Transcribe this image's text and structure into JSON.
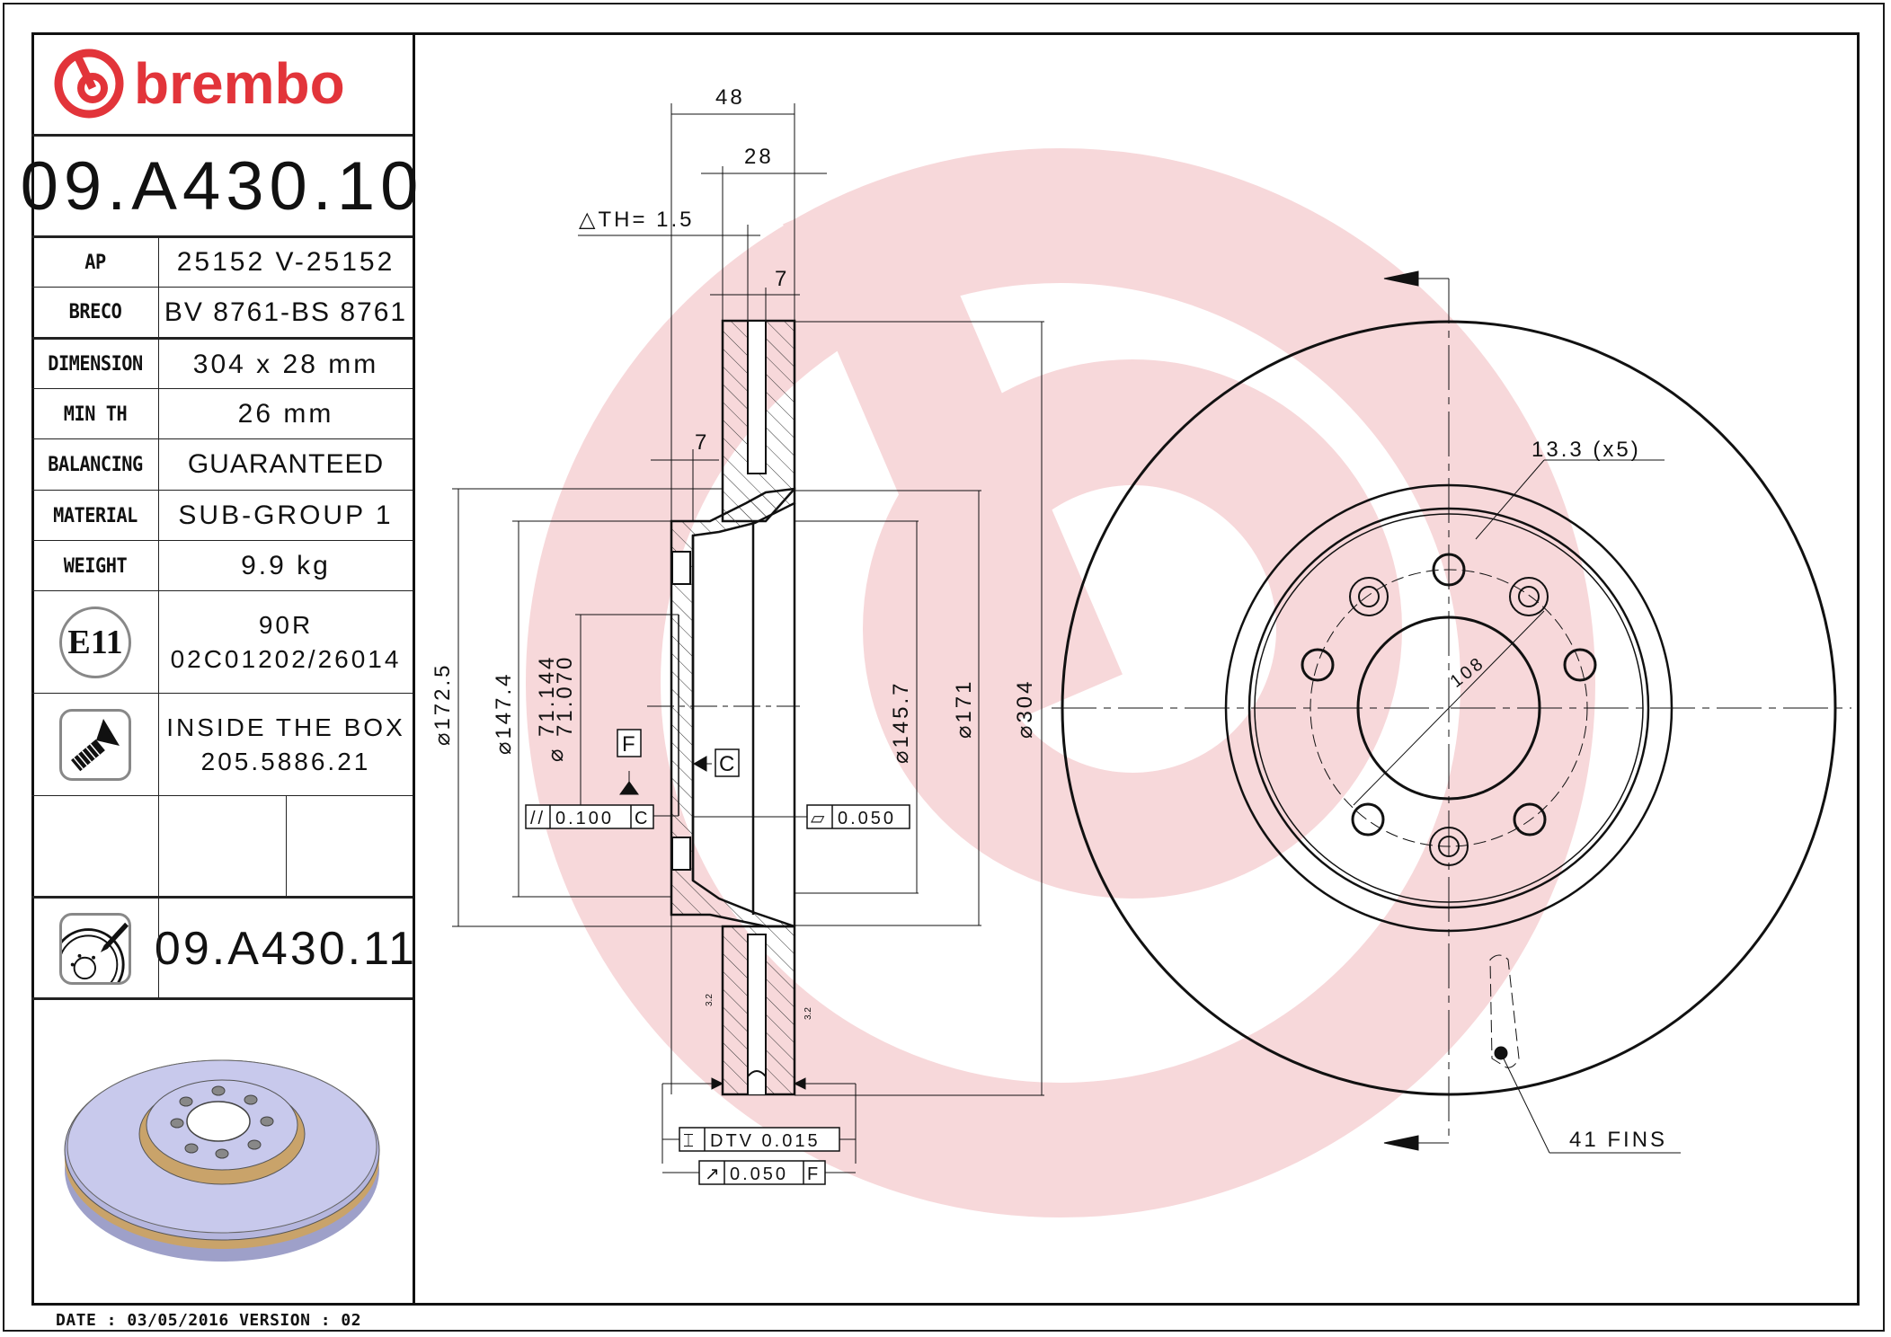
{
  "brand": {
    "name": "brembo",
    "color": "#e2343a",
    "watermark_color": "#f6d6d8"
  },
  "part_number": "09.A430.10",
  "specs": [
    {
      "label": "AP",
      "value": "25152 V-25152"
    },
    {
      "label": "BRECO",
      "value": "BV 8761-BS 8761"
    },
    {
      "label": "DIMENSION",
      "value": "304 x 28 mm"
    },
    {
      "label": "MIN TH",
      "value": "26 mm"
    },
    {
      "label": "BALANCING",
      "value": "GUARANTEED"
    },
    {
      "label": "MATERIAL",
      "value": "SUB-GROUP 1"
    },
    {
      "label": "WEIGHT",
      "value": "9.9 kg"
    }
  ],
  "approval": {
    "icon": "e11-approval-icon",
    "badge": "E11",
    "line1": "90R",
    "line2": "02C01202/26014"
  },
  "screws": {
    "icon": "screw-icon",
    "line1": "INSIDE THE BOX",
    "line2": "205.5886.21"
  },
  "replacement": {
    "icon": "disc-with-sensor-icon",
    "part_number": "09.A430.11"
  },
  "footer": {
    "date_label": "DATE :",
    "date": "03/05/2016",
    "version_label": "VERSION :",
    "version": "02",
    "text": "DATE : 03/05/2016 VERSION : 02"
  },
  "section_view": {
    "dim_overall_height": "48",
    "dim_disc_thickness": "28",
    "delta_th": "△TH= 1.5",
    "dim_cheek_outer": "7",
    "dim_hat_wall": "7",
    "dia_172_5": "⌀172.5",
    "dia_147_4": "⌀147.4",
    "dia_bore_max": "71.144",
    "dia_bore_min": "71.070",
    "dia_bore_symbol": "⌀",
    "dia_145_7": "⌀145.7",
    "dia_171": "⌀171",
    "dia_304": "⌀304",
    "datum_f": "F",
    "datum_c": "C",
    "parallelism": {
      "symbol": "//",
      "value": "0.100",
      "datum": "C"
    },
    "flatness": {
      "symbol": "▱",
      "value": "0.050"
    },
    "dtv": {
      "symbol": "⌶",
      "value": "DTV 0.015"
    },
    "runout": {
      "symbol": "↗",
      "value": "0.050",
      "datum": "F"
    },
    "roughness_left": "3.2",
    "roughness_right": "3.2"
  },
  "front_view": {
    "bolt_hole_note": "13.3 (x5)",
    "pcd": "108",
    "fins_note": "41 FINS"
  }
}
